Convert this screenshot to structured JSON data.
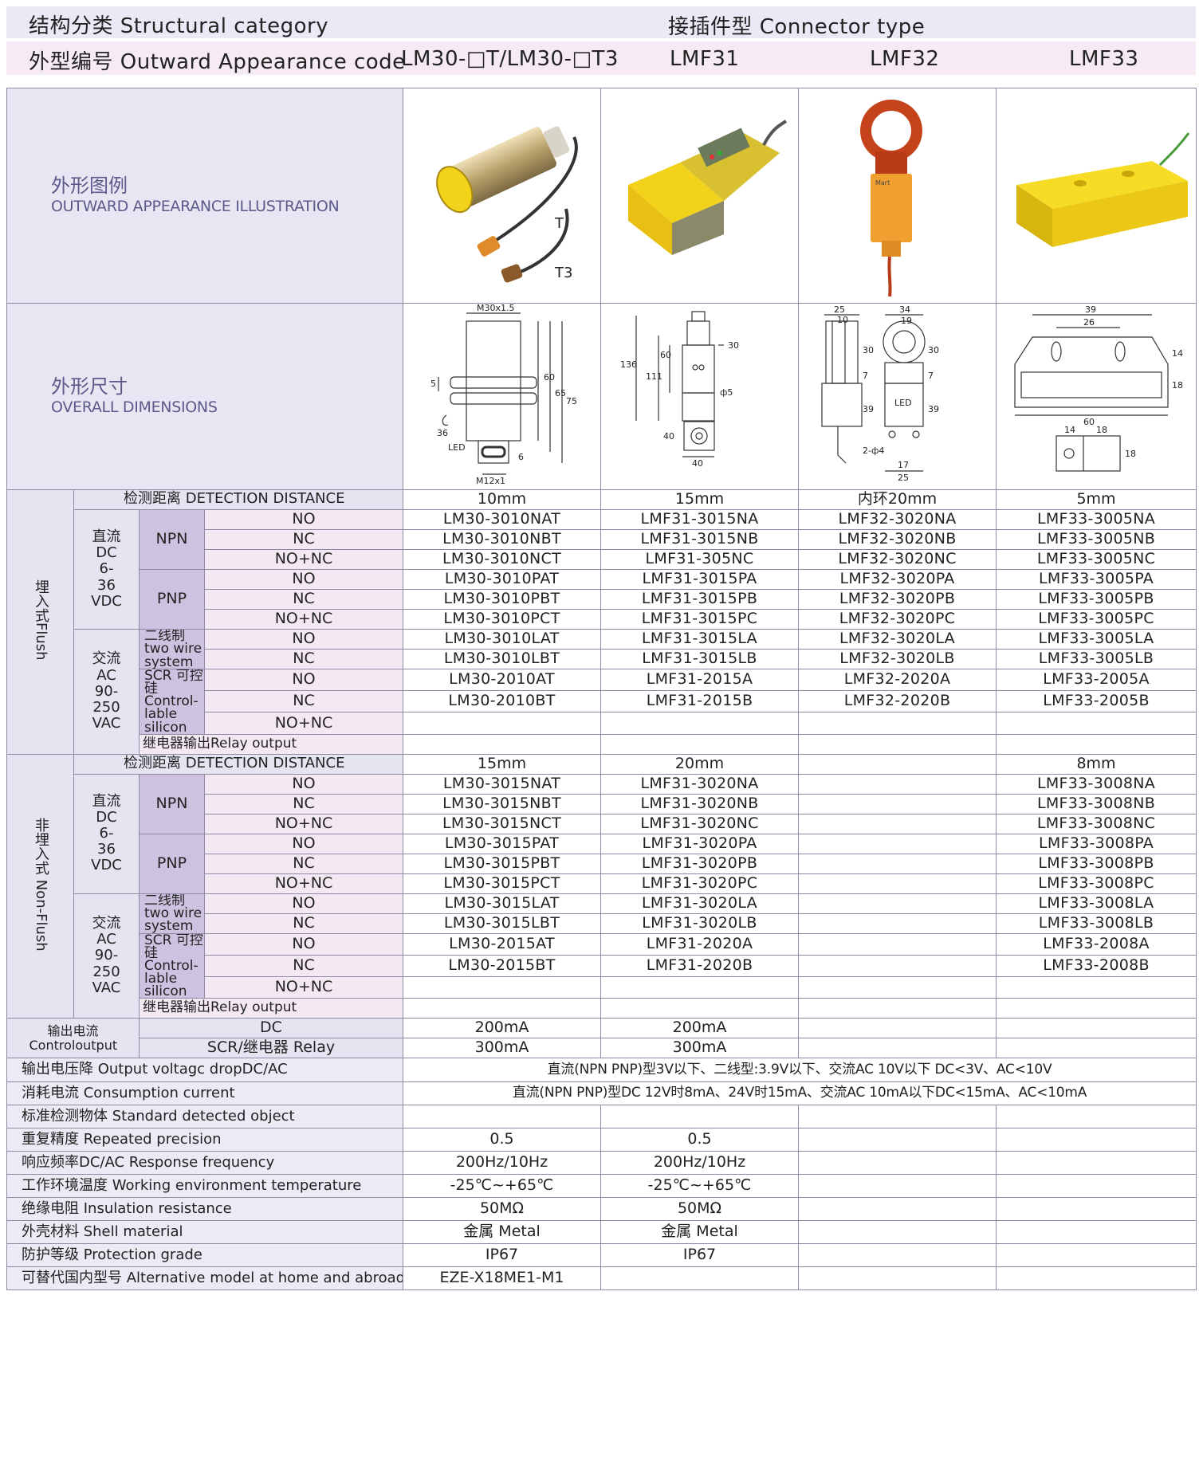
{
  "header": {
    "structural_category": "结构分类 Structural category",
    "connector_type": "接插件型 Connector type",
    "appearance_code_label": "外型编号 Outward Appearance code",
    "models": [
      "LM30-□T/LM30-□T3",
      "LMF31",
      "LMF32",
      "LMF33"
    ]
  },
  "appearance": {
    "cn": "外形图例",
    "en": "OUTWARD APPEARANCE ILLUSTRATION",
    "t_label": "T",
    "t3_label": "T3"
  },
  "dimensions": {
    "cn": "外形尺寸",
    "en": "OVERALL DIMENSIONS",
    "d1": {
      "thread": "M30x1.5",
      "led": "LED",
      "connector": "M12x1",
      "d60": "60",
      "d65": "65",
      "d75": "75",
      "d36": "36",
      "d5": "5",
      "d6": "6"
    },
    "d2": {
      "d136": "136",
      "d111": "111",
      "d60": "60",
      "d30": "30",
      "d40a": "40",
      "d40b": "40",
      "phi5": "ф5"
    },
    "d3": {
      "d25a": "25",
      "d10": "10",
      "d34": "34",
      "d19": "19",
      "d30a": "30",
      "d30b": "30",
      "d7a": "7",
      "d7b": "7",
      "d39a": "39",
      "d39b": "39",
      "led": "LED",
      "d17": "17",
      "d25b": "25",
      "holes": "2-ф4"
    },
    "d4": {
      "d39": "39",
      "d26": "26",
      "d14a": "14",
      "d18a": "18",
      "d60": "60",
      "d14b": "14",
      "d18b": "18",
      "d18c": "18"
    }
  },
  "flush": {
    "group": "埋入式Flush",
    "distance_label": "检测距离 DETECTION DISTANCE",
    "distances": [
      "10mm",
      "15mm",
      "内环20mm",
      "5mm"
    ],
    "dc_label": "直流 DC 6-36 VDC",
    "ac_label": "交流 AC 90-250 VAC",
    "npn": "NPN",
    "pnp": "PNP",
    "two_wire": "二线制 two wire system",
    "scr": "SCR 可控硅 Control-lable silicon",
    "relay": "继电器输出Relay output",
    "rows": [
      {
        "t": "NO",
        "c": [
          "LM30-3010NAT",
          "LMF31-3015NA",
          "LMF32-3020NA",
          "LMF33-3005NA"
        ]
      },
      {
        "t": "NC",
        "c": [
          "LM30-3010NBT",
          "LMF31-3015NB",
          "LMF32-3020NB",
          "LMF33-3005NB"
        ]
      },
      {
        "t": "NO+NC",
        "c": [
          "LM30-3010NCT",
          "LMF31-305NC",
          "LMF32-3020NC",
          "LMF33-3005NC"
        ]
      },
      {
        "t": "NO",
        "c": [
          "LM30-3010PAT",
          "LMF31-3015PA",
          "LMF32-3020PA",
          "LMF33-3005PA"
        ]
      },
      {
        "t": "NC",
        "c": [
          "LM30-3010PBT",
          "LMF31-3015PB",
          "LMF32-3020PB",
          "LMF33-3005PB"
        ]
      },
      {
        "t": "NO+NC",
        "c": [
          "LM30-3010PCT",
          "LMF31-3015PC",
          "LMF32-3020PC",
          "LMF33-3005PC"
        ]
      },
      {
        "t": "NO",
        "c": [
          "LM30-3010LAT",
          "LMF31-3015LA",
          "LMF32-3020LA",
          "LMF33-3005LA"
        ]
      },
      {
        "t": "NC",
        "c": [
          "LM30-3010LBT",
          "LMF31-3015LB",
          "LMF32-3020LB",
          "LMF33-3005LB"
        ]
      },
      {
        "t": "NO",
        "c": [
          "LM30-2010AT",
          "LMF31-2015A",
          "LMF32-2020A",
          "LMF33-2005A"
        ]
      },
      {
        "t": "NC",
        "c": [
          "LM30-2010BT",
          "LMF31-2015B",
          "LMF32-2020B",
          "LMF33-2005B"
        ]
      },
      {
        "t": "NO+NC",
        "c": [
          "",
          "",
          "",
          ""
        ]
      }
    ]
  },
  "nonflush": {
    "group": "非埋入式 Non-Flush",
    "distance_label": "检测距离 DETECTION DISTANCE",
    "distances": [
      "15mm",
      "20mm",
      "",
      "8mm"
    ],
    "dc_label": "直流 DC 6-36 VDC",
    "ac_label": "交流 AC 90-250 VAC",
    "npn": "NPN",
    "pnp": "PNP",
    "two_wire": "二线制 two wire system",
    "scr": "SCR 可控硅 Control-lable silicon",
    "relay": "继电器输出Relay output",
    "rows": [
      {
        "t": "NO",
        "c": [
          "LM30-3015NAT",
          "LMF31-3020NA",
          "",
          "LMF33-3008NA"
        ]
      },
      {
        "t": "NC",
        "c": [
          "LM30-3015NBT",
          "LMF31-3020NB",
          "",
          "LMF33-3008NB"
        ]
      },
      {
        "t": "NO+NC",
        "c": [
          "LM30-3015NCT",
          "LMF31-3020NC",
          "",
          "LMF33-3008NC"
        ]
      },
      {
        "t": "NO",
        "c": [
          "LM30-3015PAT",
          "LMF31-3020PA",
          "",
          "LMF33-3008PA"
        ]
      },
      {
        "t": "NC",
        "c": [
          "LM30-3015PBT",
          "LMF31-3020PB",
          "",
          "LMF33-3008PB"
        ]
      },
      {
        "t": "NO+NC",
        "c": [
          "LM30-3015PCT",
          "LMF31-3020PC",
          "",
          "LMF33-3008PC"
        ]
      },
      {
        "t": "NO",
        "c": [
          "LM30-3015LAT",
          "LMF31-3020LA",
          "",
          "LMF33-3008LA"
        ]
      },
      {
        "t": "NC",
        "c": [
          "LM30-3015LBT",
          "LMF31-3020LB",
          "",
          "LMF33-3008LB"
        ]
      },
      {
        "t": "NO",
        "c": [
          "LM30-2015AT",
          "LMF31-2020A",
          "",
          "LMF33-2008A"
        ]
      },
      {
        "t": "NC",
        "c": [
          "LM30-2015BT",
          "LMF31-2020B",
          "",
          "LMF33-2008B"
        ]
      },
      {
        "t": "NO+NC",
        "c": [
          "",
          "",
          "",
          ""
        ]
      }
    ]
  },
  "output": {
    "label": "输出电流 Controloutput",
    "dc": {
      "label": "DC",
      "values": [
        "200mA",
        "200mA"
      ]
    },
    "relay": {
      "label": "SCR/继电器 Relay",
      "values": [
        "300mA",
        "300mA"
      ]
    }
  },
  "specs": {
    "voltage_drop": {
      "label": "输出电压降 Output voltagc dropDC/AC",
      "value": "直流(NPN PNP)型3V以下、二线型:3.9V以下、交流AC 10V以下 DC<3V、AC<10V"
    },
    "consumption": {
      "label": "消耗电流 Consumption current",
      "value": "直流(NPN PNP)型DC 12V时8mA、24V时15mA、交流AC 10mA以下DC<15mA、AC<10mA"
    },
    "standard_object": {
      "label": "标准检测物体 Standard detected object"
    },
    "precision": {
      "label": "重复精度 Repeated precision",
      "values": [
        "0.5",
        "0.5"
      ]
    },
    "frequency": {
      "label": "响应频率DC/AC Response frequency",
      "values": [
        "200Hz/10Hz",
        "200Hz/10Hz"
      ]
    },
    "temperature": {
      "label": "工作环境温度 Working environment temperature",
      "values": [
        "-25℃~+65℃",
        "-25℃~+65℃"
      ]
    },
    "insulation": {
      "label": "绝缘电阻 Insulation resistance",
      "values": [
        "50MΩ",
        "50MΩ"
      ]
    },
    "shell": {
      "label": "外壳材料 Shell material",
      "values": [
        "金属 Metal",
        "金属 Metal"
      ]
    },
    "protection": {
      "label": "防护等级 Protection grade",
      "values": [
        "IP67",
        "IP67"
      ]
    },
    "alternative": {
      "label": "可替代国内型号 Alternative model at home and abroad",
      "value": "EZE-X18ME1-M1"
    }
  },
  "colors": {
    "header_bg": "#ece9f6",
    "category_bg": "#cdc3e0",
    "type_bg": "#f4e9f3",
    "label_text": "#5c5a8a",
    "sensor_yellow": "#f2d21a",
    "sensor_orange": "#c4431a"
  }
}
